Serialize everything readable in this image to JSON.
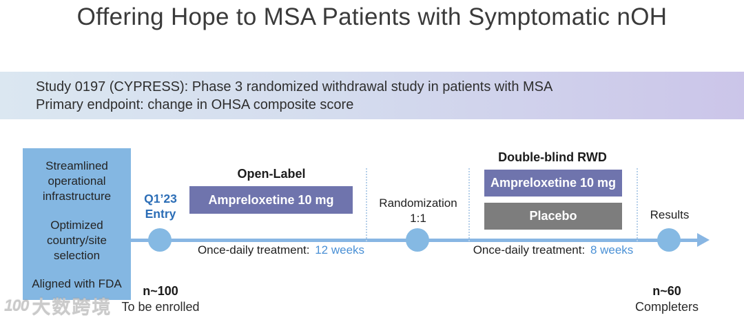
{
  "title": "Offering Hope to MSA Patients with Symptomatic nOH",
  "banner": {
    "line1": "Study 0197 (CYPRESS): Phase 3 randomized withdrawal study in patients with MSA",
    "line2": "Primary endpoint: change in OHSA composite score"
  },
  "left_panel": {
    "items": [
      "Streamlined operational infrastructure",
      "Optimized country/site selection",
      "Aligned with FDA"
    ]
  },
  "timeline": {
    "entry": {
      "line1": "Q1’23",
      "line2": "Entry"
    },
    "phase1": {
      "header": "Open-Label",
      "drug": "Ampreloxetine 10 mg",
      "treatment_prefix": "Once-daily treatment:",
      "treatment_duration": "12 weeks"
    },
    "randomization": {
      "line1": "Randomization",
      "line2": "1:1"
    },
    "phase2": {
      "header": "Double-blind RWD",
      "drug": "Ampreloxetine 10 mg",
      "placebo": "Placebo",
      "treatment_prefix": "Once-daily treatment:",
      "treatment_duration": "8 weeks"
    },
    "results_label": "Results"
  },
  "counts": {
    "start": {
      "n": "n~100",
      "label": "To be enrolled"
    },
    "end": {
      "n": "n~60",
      "label": "Completers"
    }
  },
  "watermark": {
    "logo": "100",
    "text": "大数跨境"
  },
  "colors": {
    "accent_timeline_blue": "#88b6e3",
    "panel_blue": "#84b7e2",
    "drug_purple": "#6f74ad",
    "placebo_gray": "#7d7d7d",
    "entry_text_blue": "#2b6db6",
    "duration_text_blue": "#4a90d5",
    "banner_gradient_left": "#dbe7f1",
    "banner_gradient_right": "#cbc5e9",
    "title_text": "#3a3a3a"
  }
}
